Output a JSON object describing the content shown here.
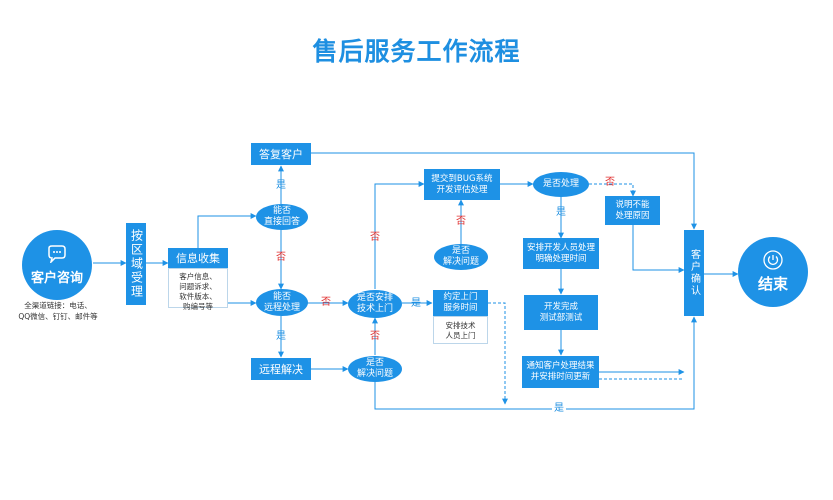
{
  "title": "售后服务工作流程",
  "nodes": {
    "customer_consult": "客户咨询",
    "channels_line1": "全渠道链接：电话、",
    "channels_line2": "QQ微信、钉钉、邮件等",
    "regional_accept": "按区域受理",
    "info_collect": "信息收集",
    "info_details": [
      "客户信息、",
      "问题诉求、",
      "软件版本、",
      "购编号等"
    ],
    "reply_customer": "答复客户",
    "can_answer_directly": [
      "能否",
      "直接回答"
    ],
    "can_remote": [
      "能否",
      "远程处理"
    ],
    "remote_solve": "远程解决",
    "arrange_onsite": [
      "是否安排",
      "技术上门"
    ],
    "appointment": [
      "约定上门",
      "服务时间"
    ],
    "appointment_details": [
      "安排技术",
      "人员上门"
    ],
    "solved_lower": [
      "是否",
      "解决问题"
    ],
    "solved_upper": [
      "是否",
      "解决问题"
    ],
    "submit_bug": [
      "提交到BUG系统",
      "开发评估处理"
    ],
    "whether_process": "是否处理",
    "explain_cannot": [
      "说明不能",
      "处理原因"
    ],
    "arrange_dev": [
      "安排开发人员处理",
      "明确处理时间"
    ],
    "dev_complete": [
      "开发完成",
      "测试部测试"
    ],
    "notify_result": [
      "通知客户处理结果",
      "并安排时间更新"
    ],
    "customer_confirm": "客户确认",
    "end": "结束"
  },
  "labels": {
    "yes": "是",
    "no": "否"
  },
  "colors": {
    "primary": "#1e92e6",
    "title": "#1e8fe1",
    "no_label": "#e03030",
    "arrow": "#1e92e6"
  }
}
